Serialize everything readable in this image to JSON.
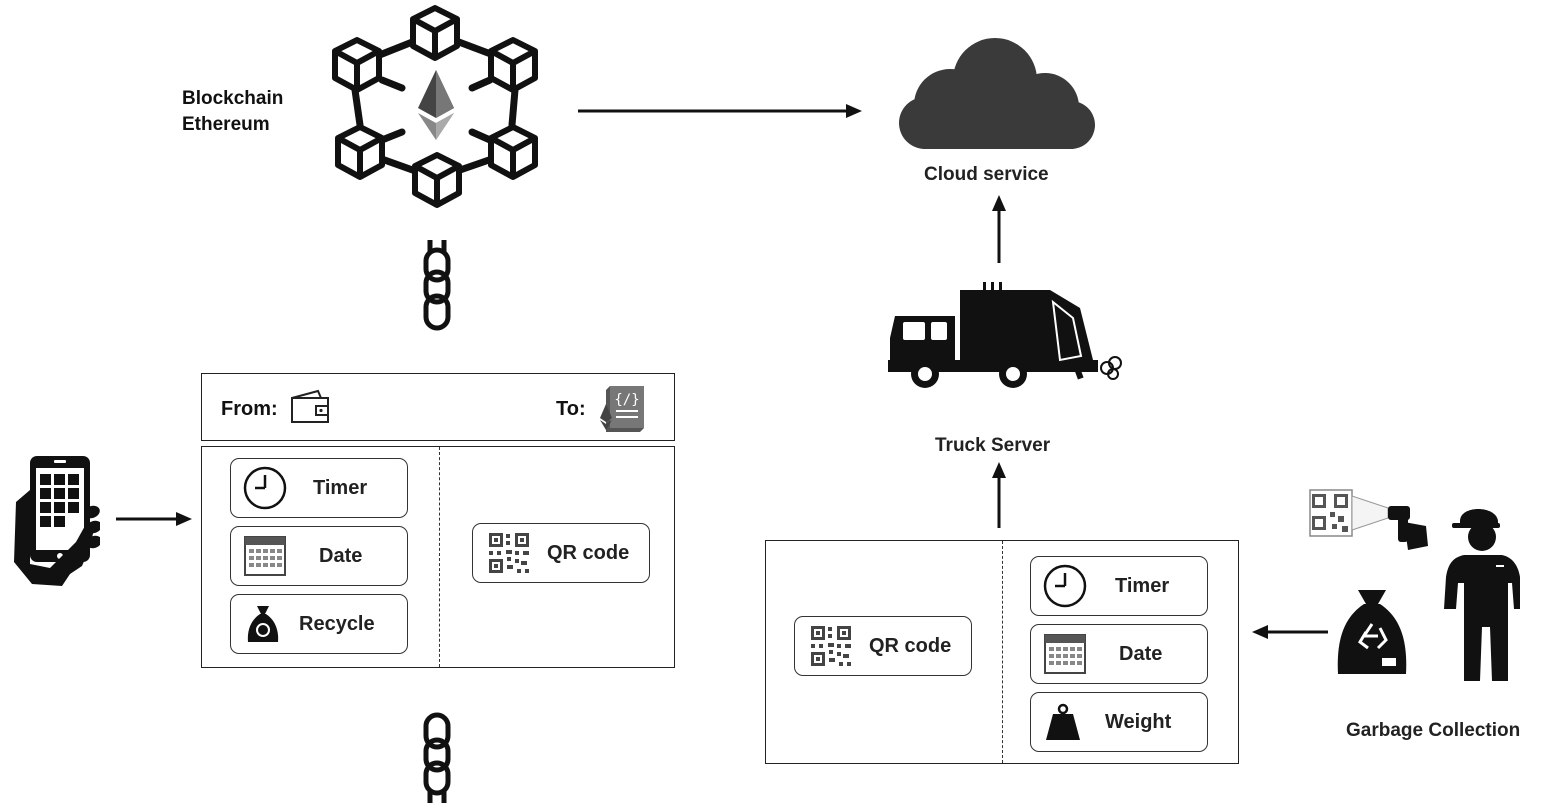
{
  "blockchain": {
    "label_line1": "Blockchain",
    "label_line2": "Ethereum"
  },
  "cloud": {
    "label": "Cloud service"
  },
  "truck": {
    "label": "Truck Server"
  },
  "garbage": {
    "label": "Garbage Collection"
  },
  "transaction": {
    "from_label": "From:",
    "to_label": "To:",
    "left_items": [
      "Timer",
      "Date",
      "Recycle"
    ],
    "right_item": "QR code"
  },
  "collection_record": {
    "left_item": "QR code",
    "right_items": [
      "Timer",
      "Date",
      "Weight"
    ]
  },
  "icons": {
    "blockchain": "blockchain-network-icon",
    "ethereum": "ethereum-logo-icon",
    "chain_link": "chain-link-icon",
    "cloud": "cloud-icon",
    "truck": "garbage-truck-icon",
    "phone": "smartphone-hand-icon",
    "wallet": "wallet-icon",
    "contract": "smart-contract-icon",
    "clock": "clock-icon",
    "calendar": "calendar-icon",
    "bag": "recycle-bag-icon",
    "qr": "qr-code-icon",
    "weight": "weight-icon",
    "scanner": "qr-scanner-icon",
    "worker": "worker-icon"
  },
  "colors": {
    "stroke": "#111111",
    "cloud_fill": "#3a3a3a",
    "ethereum": "#555555"
  }
}
